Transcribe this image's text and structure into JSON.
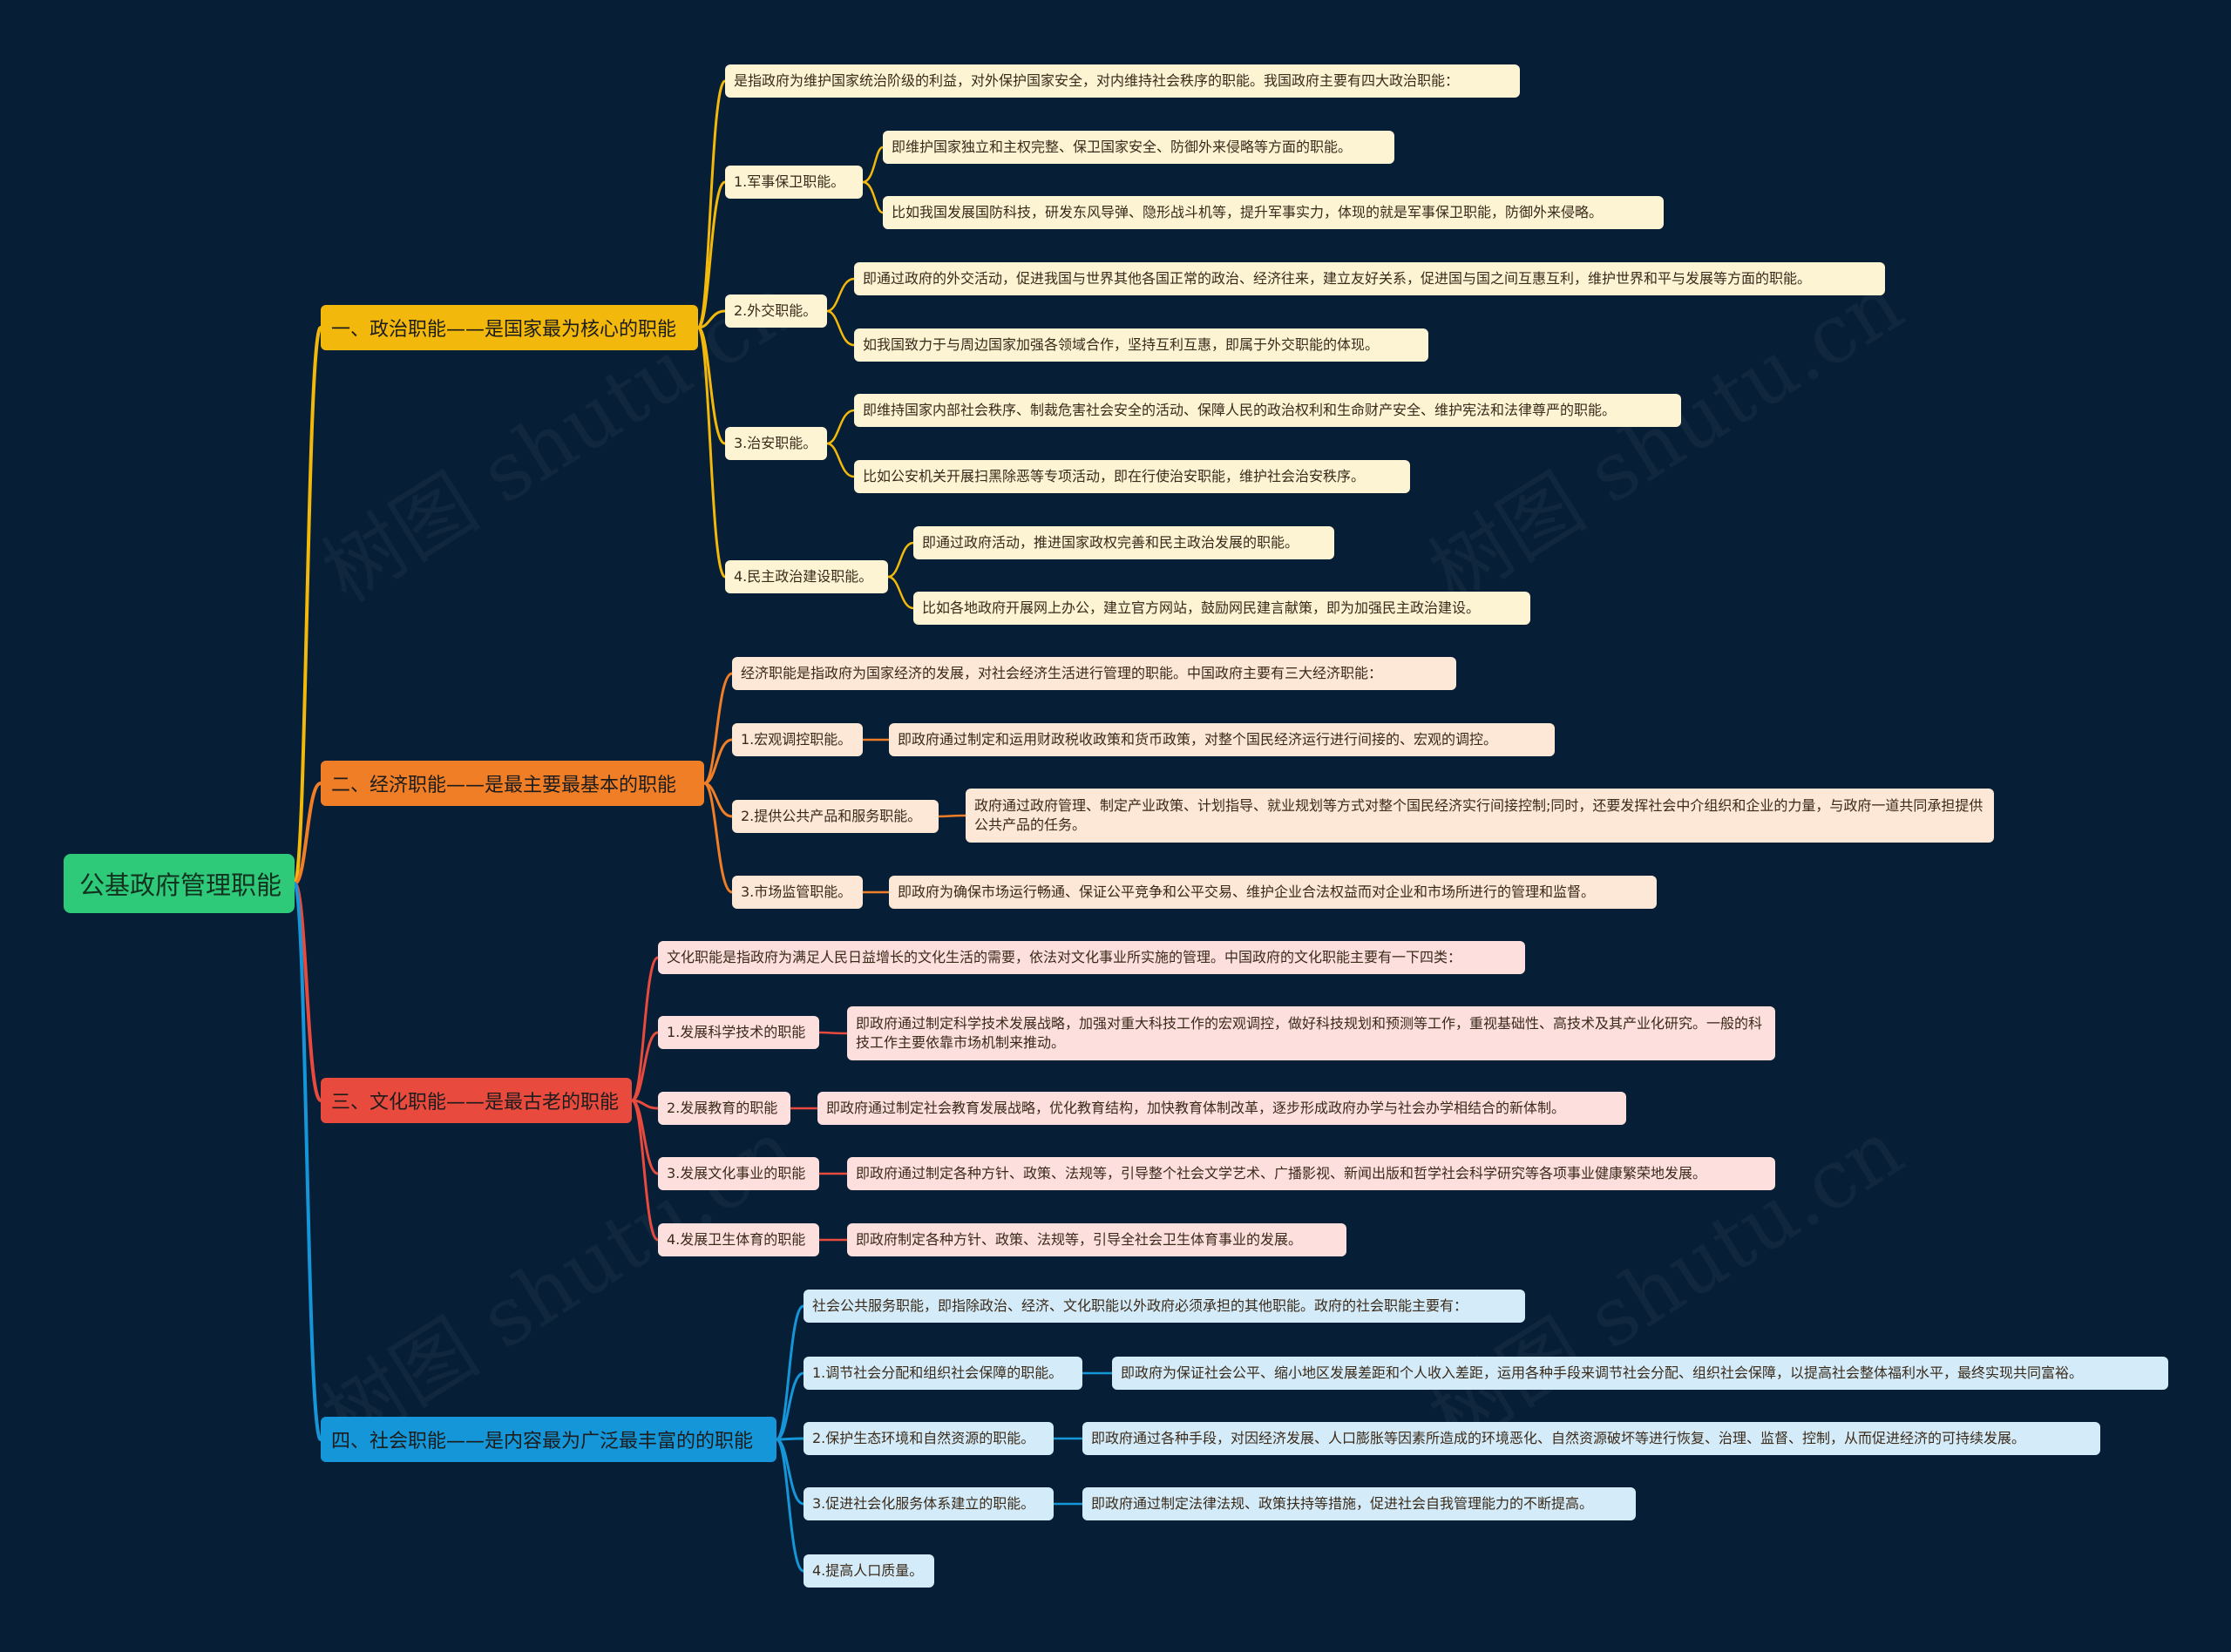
{
  "root": "公基政府管理职能",
  "branches": [
    {
      "label": "一、政治职能——是国家最为核心的职能",
      "color": "#f2b80c",
      "intro": "是指政府为维护国家统治阶级的利益，对外保护国家安全，对内维持社会秩序的职能。我国政府主要有四大政治职能：",
      "items": [
        {
          "label": "1.军事保卫职能。",
          "details": [
            "即维护国家独立和主权完整、保卫国家安全、防御外来侵略等方面的职能。",
            "比如我国发展国防科技，研发东风导弹、隐形战斗机等，提升军事实力，体现的就是军事保卫职能，防御外来侵略。"
          ]
        },
        {
          "label": "2.外交职能。",
          "details": [
            "即通过政府的外交活动，促进我国与世界其他各国正常的政治、经济往来，建立友好关系，促进国与国之间互惠互利，维护世界和平与发展等方面的职能。",
            "如我国致力于与周边国家加强各领域合作，坚持互利互惠，即属于外交职能的体现。"
          ]
        },
        {
          "label": "3.治安职能。",
          "details": [
            "即维持国家内部社会秩序、制裁危害社会安全的活动、保障人民的政治权利和生命财产安全、维护宪法和法律尊严的职能。",
            "比如公安机关开展扫黑除恶等专项活动，即在行使治安职能，维护社会治安秩序。"
          ]
        },
        {
          "label": "4.民主政治建设职能。",
          "details": [
            "即通过政府活动，推进国家政权完善和民主政治发展的职能。",
            "比如各地政府开展网上办公，建立官方网站，鼓励网民建言献策，即为加强民主政治建设。"
          ]
        }
      ]
    },
    {
      "label": "二、经济职能——是最主要最基本的职能",
      "color": "#f07e27",
      "intro": "经济职能是指政府为国家经济的发展，对社会经济生活进行管理的职能。中国政府主要有三大经济职能：",
      "items": [
        {
          "label": "1.宏观调控职能。",
          "details": [
            "即政府通过制定和运用财政税收政策和货币政策，对整个国民经济运行进行间接的、宏观的调控。"
          ]
        },
        {
          "label": "2.提供公共产品和服务职能。",
          "details": [
            "政府通过政府管理、制定产业政策、计划指导、就业规划等方式对整个国民经济实行间接控制;同时，还要发挥社会中介组织和企业的力量，与政府一道共同承担提供公共产品的任务。"
          ]
        },
        {
          "label": "3.市场监管职能。",
          "details": [
            "即政府为确保市场运行畅通、保证公平竞争和公平交易、维护企业合法权益而对企业和市场所进行的管理和监督。"
          ]
        }
      ]
    },
    {
      "label": "三、文化职能——是最古老的职能",
      "color": "#e84a3e",
      "intro": "文化职能是指政府为满足人民日益增长的文化生活的需要，依法对文化事业所实施的管理。中国政府的文化职能主要有一下四类：",
      "items": [
        {
          "label": "1.发展科学技术的职能",
          "details": [
            "即政府通过制定科学技术发展战略，加强对重大科技工作的宏观调控，做好科技规划和预测等工作，重视基础性、高技术及其产业化研究。一般的科技工作主要依靠市场机制来推动。"
          ]
        },
        {
          "label": "2.发展教育的职能",
          "details": [
            "即政府通过制定社会教育发展战略，优化教育结构，加快教育体制改革，逐步形成政府办学与社会办学相结合的新体制。"
          ]
        },
        {
          "label": "3.发展文化事业的职能",
          "details": [
            "即政府通过制定各种方针、政策、法规等，引导整个社会文学艺术、广播影视、新闻出版和哲学社会科学研究等各项事业健康繁荣地发展。"
          ]
        },
        {
          "label": "4.发展卫生体育的职能",
          "details": [
            "即政府制定各种方针、政策、法规等，引导全社会卫生体育事业的发展。"
          ]
        }
      ]
    },
    {
      "label": "四、社会职能——是内容最为广泛最丰富的的职能",
      "color": "#1596d8",
      "intro": "社会公共服务职能，即指除政治、经济、文化职能以外政府必须承担的其他职能。政府的社会职能主要有：",
      "items": [
        {
          "label": "1.调节社会分配和组织社会保障的职能。",
          "details": [
            "即政府为保证社会公平、缩小地区发展差距和个人收入差距，运用各种手段来调节社会分配、组织社会保障，以提高社会整体福利水平，最终实现共同富裕。"
          ]
        },
        {
          "label": "2.保护生态环境和自然资源的职能。",
          "details": [
            "即政府通过各种手段，对因经济发展、人口膨胀等因素所造成的环境恶化、自然资源破坏等进行恢复、治理、监督、控制，从而促进经济的可持续发展。"
          ]
        },
        {
          "label": "3.促进社会化服务体系建立的职能。",
          "details": [
            "即政府通过制定法律法规、政策扶持等措施，促进社会自我管理能力的不断提高。"
          ]
        },
        {
          "label": "4.提高人口质量。",
          "details": []
        }
      ]
    }
  ],
  "watermark": "树图 shutu.cn"
}
